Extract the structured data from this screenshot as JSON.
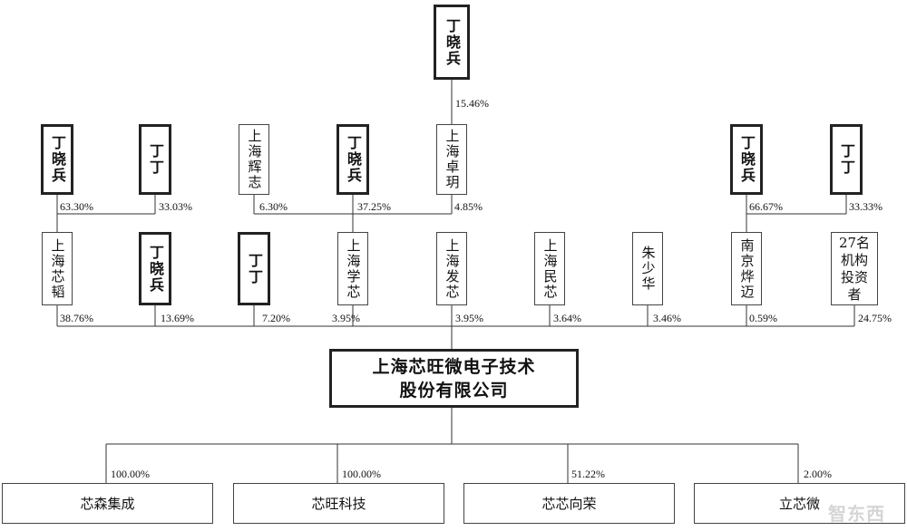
{
  "top_holder": {
    "name": "丁晓兵",
    "pct_zhuoyu": "15.46%"
  },
  "tier2": {
    "xintao_owner1": {
      "name": "丁晓兵",
      "pct": "63.30%"
    },
    "xintao_owner2": {
      "name": "丁丁",
      "pct": "33.03%"
    },
    "xuexin_owner1": {
      "name": "上海辉志",
      "pct": "6.30%"
    },
    "xuexin_owner2": {
      "name": "丁晓兵",
      "pct": "37.25%"
    },
    "xuexin_owner3": {
      "name": "上海卓玥",
      "pct": "4.85%"
    },
    "nanjing_owner1": {
      "name": "丁晓兵",
      "pct": "66.67%"
    },
    "nanjing_owner2": {
      "name": "丁丁",
      "pct": "33.33%"
    }
  },
  "shareholders": [
    {
      "name": "上海芯韬",
      "pct": "38.76%"
    },
    {
      "name": "丁晓兵",
      "pct": "13.69%"
    },
    {
      "name": "丁丁",
      "pct": "7.20%"
    },
    {
      "name": "上海学芯",
      "pct": "3.95%"
    },
    {
      "name": "上海发芯",
      "pct": "3.95%"
    },
    {
      "name": "上海民芯",
      "pct": "3.64%"
    },
    {
      "name": "朱少华",
      "pct": "3.46%"
    },
    {
      "name": "南京烨迈",
      "pct": "0.59%"
    },
    {
      "name": "27名\n机构\n投资\n者",
      "pct": "24.75%"
    }
  ],
  "company": {
    "line1": "上海芯旺微电子技术",
    "line2": "股份有限公司"
  },
  "subsidiaries": [
    {
      "name": "芯森集成",
      "pct": "100.00%"
    },
    {
      "name": "芯旺科技",
      "pct": "100.00%"
    },
    {
      "name": "芯芯向荣",
      "pct": "51.22%"
    },
    {
      "name": "立芯微",
      "pct": "2.00%"
    }
  ],
  "watermark": "智东西"
}
